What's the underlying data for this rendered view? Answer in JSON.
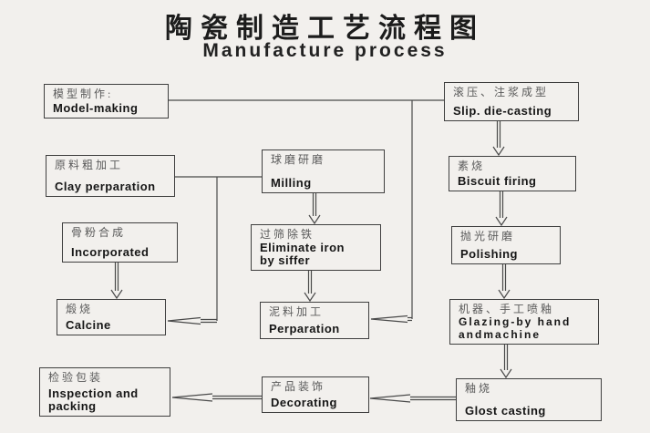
{
  "title": {
    "zh": "陶瓷制造工艺流程图",
    "en": "Manufacture process"
  },
  "nodes": {
    "model_making": {
      "zh": "模型制作:",
      "en": "Model-making"
    },
    "slip_die_casting": {
      "zh": "滚压、注浆成型",
      "en": "Slip. die-casting"
    },
    "clay_preparation": {
      "zh": "原料粗加工",
      "en": "Clay perparation"
    },
    "milling": {
      "zh": "球磨研磨",
      "en": "Milling"
    },
    "biscuit_firing": {
      "zh": "素烧",
      "en": "Biscuit firing"
    },
    "incorporated": {
      "zh": "骨粉合成",
      "en": "Incorporated"
    },
    "eliminate_iron": {
      "zh": "过筛除铁",
      "en": "Eliminate iron\nby siffer"
    },
    "polishing": {
      "zh": "抛光研磨",
      "en": "Polishing"
    },
    "calcine": {
      "zh": "煅烧",
      "en": "Calcine"
    },
    "clay_processing": {
      "zh": "泥料加工",
      "en": "Perparation"
    },
    "glazing": {
      "zh": "机器、手工喷釉",
      "en": "Glazing-by hand\nandmachine"
    },
    "inspection_packing": {
      "zh": "检验包装",
      "en": "Inspection and\npacking"
    },
    "decorating": {
      "zh": "产品装饰",
      "en": "Decorating"
    },
    "glost_casting": {
      "zh": "釉烧",
      "en": "Glost casting"
    }
  },
  "colors": {
    "background": "#f2f0ed",
    "line": "#4a4a4a",
    "box_border": "#3f3f3f",
    "text_en": "#161616",
    "text_zh": "#5a5a5a"
  }
}
